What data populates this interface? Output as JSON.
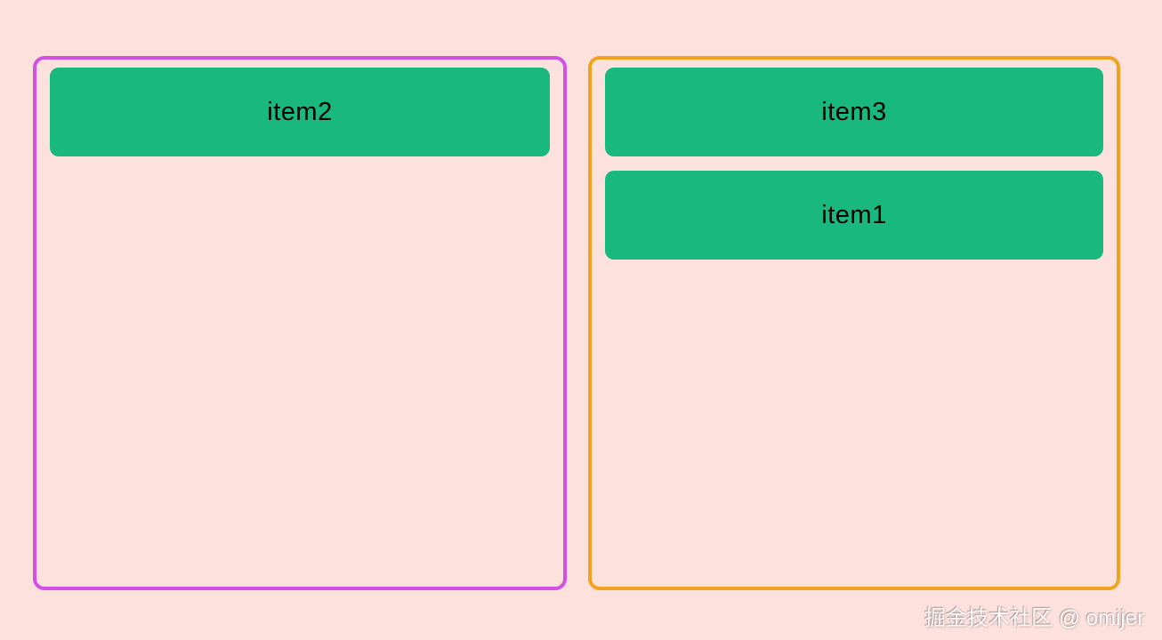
{
  "page": {
    "background_color": "#fce1dd",
    "watermark": "掘金技术社区 @ omijer"
  },
  "colors": {
    "item_bg": "#18b87f",
    "item_text": "#000000",
    "left_container_border": "#d44fe4",
    "right_container_border": "#f2a31d"
  },
  "containers": [
    {
      "name": "left",
      "border_color": "#d44fe4",
      "items": [
        {
          "label": "item2"
        }
      ]
    },
    {
      "name": "right",
      "border_color": "#f2a31d",
      "items": [
        {
          "label": "item3"
        },
        {
          "label": "item1"
        }
      ]
    }
  ]
}
